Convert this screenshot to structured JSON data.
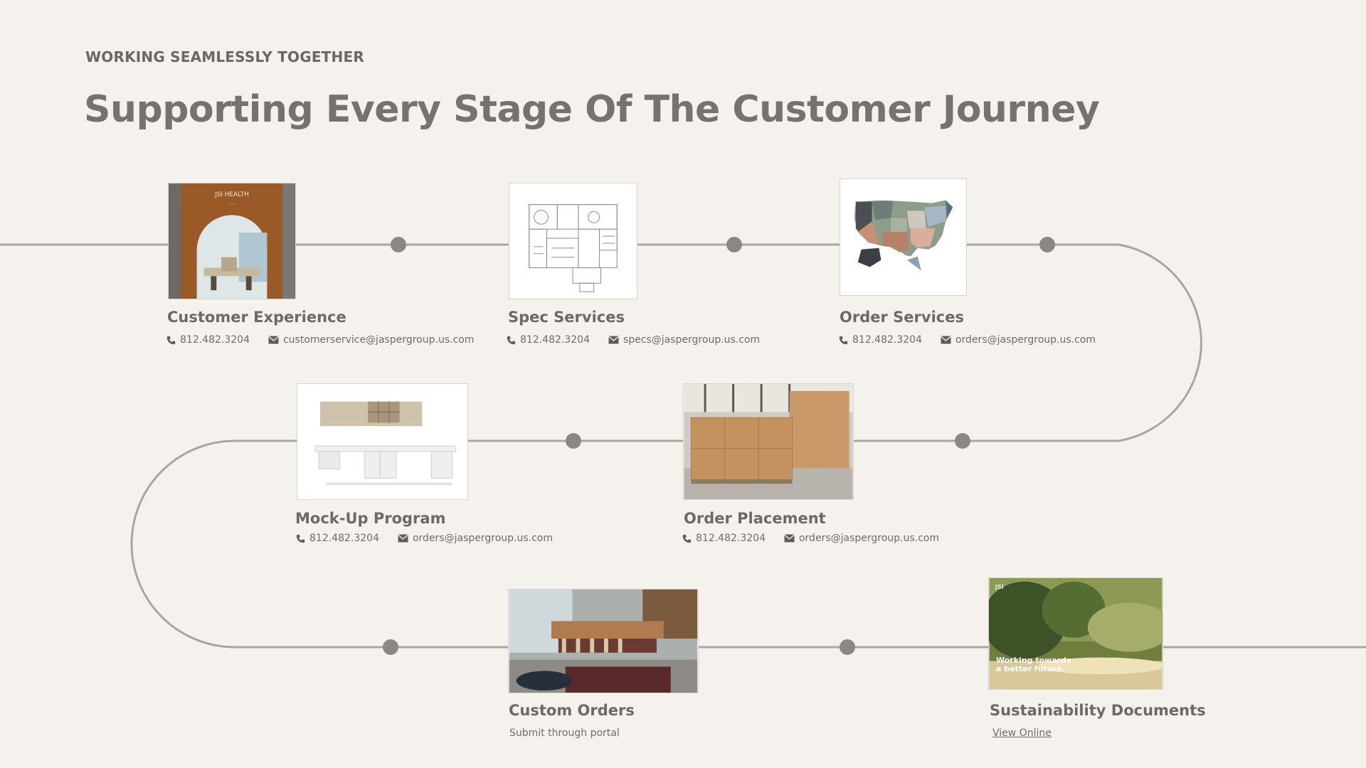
{
  "header": {
    "eyebrow": "WORKING SEAMLESSLY TOGETHER",
    "title": "Supporting Every Stage Of The Customer Journey"
  },
  "colors": {
    "background": "#f5f2ee",
    "track": "#a9a5a0",
    "dot": "#8a8784",
    "text": "#6e6b68"
  },
  "stages": [
    {
      "key": "customer-experience",
      "title": "Customer Experience",
      "phone": "812.482.3204",
      "email": "customerservice@jaspergroup.us.com",
      "image_icon": "showroom-photo"
    },
    {
      "key": "spec-services",
      "title": "Spec Services",
      "phone": "812.482.3204",
      "email": "specs@jaspergroup.us.com",
      "image_icon": "floor-plan-drawing"
    },
    {
      "key": "order-services",
      "title": "Order Services",
      "phone": "812.482.3204",
      "email": "orders@jaspergroup.us.com",
      "image_icon": "us-map"
    },
    {
      "key": "mock-up-program",
      "title": "Mock-Up Program",
      "phone": "812.482.3204",
      "email": "orders@jaspergroup.us.com",
      "image_icon": "workstation-render"
    },
    {
      "key": "order-placement",
      "title": "Order Placement",
      "phone": "812.482.3204",
      "email": "orders@jaspergroup.us.com",
      "image_icon": "warehouse-boxes-photo"
    },
    {
      "key": "custom-orders",
      "title": "Custom Orders",
      "note": "Submit through portal",
      "image_icon": "lounge-interior-photo"
    },
    {
      "key": "sustainability-documents",
      "title": "Sustainability Documents",
      "link": "View Online",
      "image_icon": "forest-photo",
      "image_caption_line1": "Working towards",
      "image_caption_line2": "a better future.",
      "image_logo": "JSI"
    }
  ],
  "image_labels": {
    "showroom_sign": "JSI HEALTH"
  }
}
